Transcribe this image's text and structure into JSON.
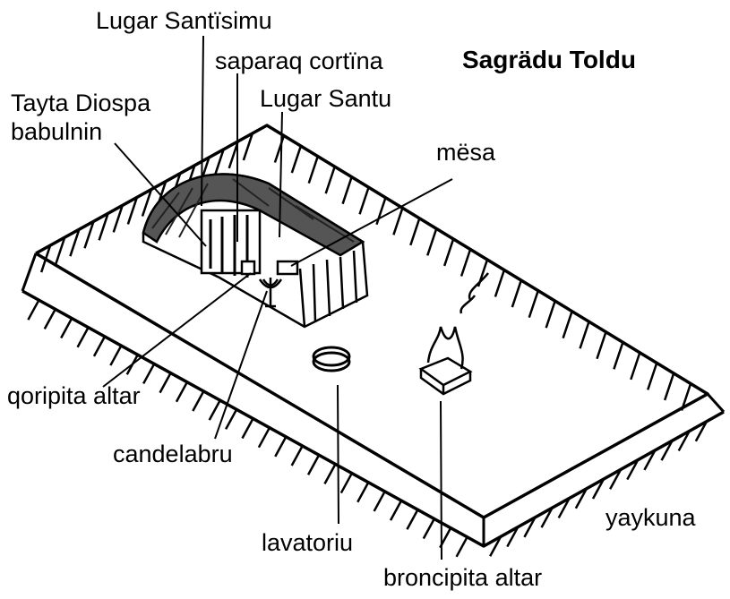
{
  "title": "Sagrädu Toldu",
  "labels": {
    "most_holy": "Lugar Santïsimu",
    "curtain": "saparaq cortïna",
    "holy": "Lugar Santu",
    "ark_line1": "Tayta Diospa",
    "ark_line2": "babulnin",
    "table": "mësa",
    "incense_altar": "qoripita altar",
    "lampstand": "candelabru",
    "laver": "lavatoriu",
    "bronze_altar": "broncipita altar",
    "courtyard": "yaykuna"
  }
}
